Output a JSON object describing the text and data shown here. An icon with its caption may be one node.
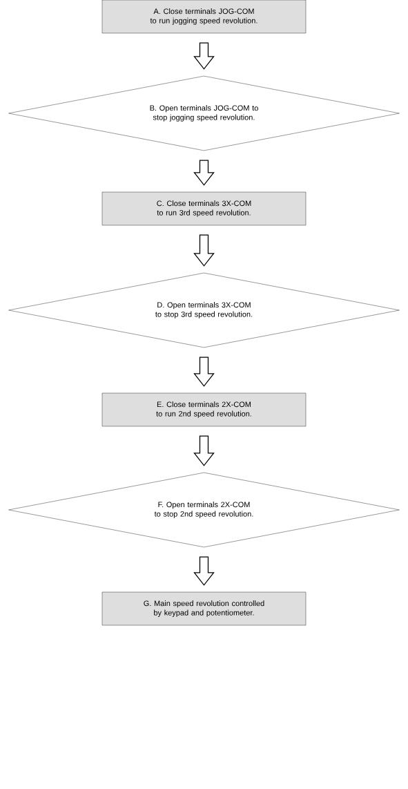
{
  "diagram": {
    "nodes": [
      {
        "text": [
          "A. Close terminals JOG-COM to run jogging speed revolution."
        ]
      },
      {
        "text": [
          "B. Open terminals JOG-COM to stop jogging speed revolution."
        ]
      },
      {
        "text": [
          "C. Close terminals 3X-COM to run 3rd speed revolution."
        ]
      },
      {
        "text": [
          "D. Open terminals 3X-COM to stop 3rd speed revolution."
        ]
      },
      {
        "text": [
          "E. Close terminals 2X-COM to run 2nd speed revolution."
        ]
      },
      {
        "text": [
          "F. Open terminals 2X-COM to stop 2nd speed revolution."
        ]
      },
      {
        "text": [
          "G. Main speed revolution controlled by keypad and potentiometer."
        ]
      }
    ],
    "edges": [
      {
        "from": 0,
        "to": 1,
        "arrow": "to"
      },
      {
        "from": 1,
        "to": 2,
        "arrow": "to"
      },
      {
        "from": 2,
        "to": 3,
        "arrow": "to"
      },
      {
        "from": 3,
        "to": 4,
        "arrow": "to"
      },
      {
        "from": 4,
        "to": 5,
        "arrow": "to"
      },
      {
        "from": 5,
        "to": 6,
        "arrow": "to"
      }
    ]
  }
}
